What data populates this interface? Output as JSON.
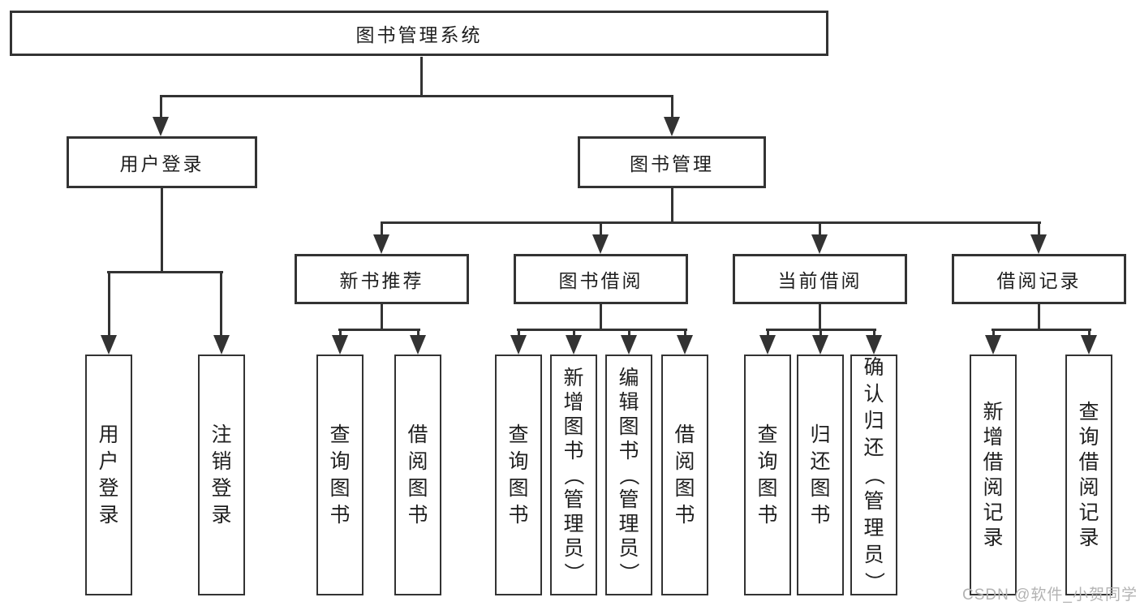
{
  "tree": {
    "root": "图书管理系统",
    "branches": [
      {
        "label": "用户登录",
        "leaves": [
          "用户登录",
          "注销登录"
        ]
      },
      {
        "label": "图书管理",
        "groups": [
          {
            "label": "新书推荐",
            "leaves": [
              "查询图书",
              "借阅图书"
            ]
          },
          {
            "label": "图书借阅",
            "leaves": [
              "查询图书",
              "新增图书（管理员）",
              "编辑图书（管理员）",
              "借阅图书"
            ]
          },
          {
            "label": "当前借阅",
            "leaves": [
              "查询图书",
              "归还图书",
              "确认归还（管理员）"
            ]
          },
          {
            "label": "借阅记录",
            "leaves": [
              "新增借阅记录",
              "查询借阅记录"
            ]
          }
        ]
      }
    ]
  },
  "watermark": {
    "text": "CSDN @软件_小贺同学"
  },
  "colors": {
    "line": "#333333",
    "text": "#1f1f1f",
    "watermark": "#b3b3b3",
    "background": "#ffffff"
  }
}
